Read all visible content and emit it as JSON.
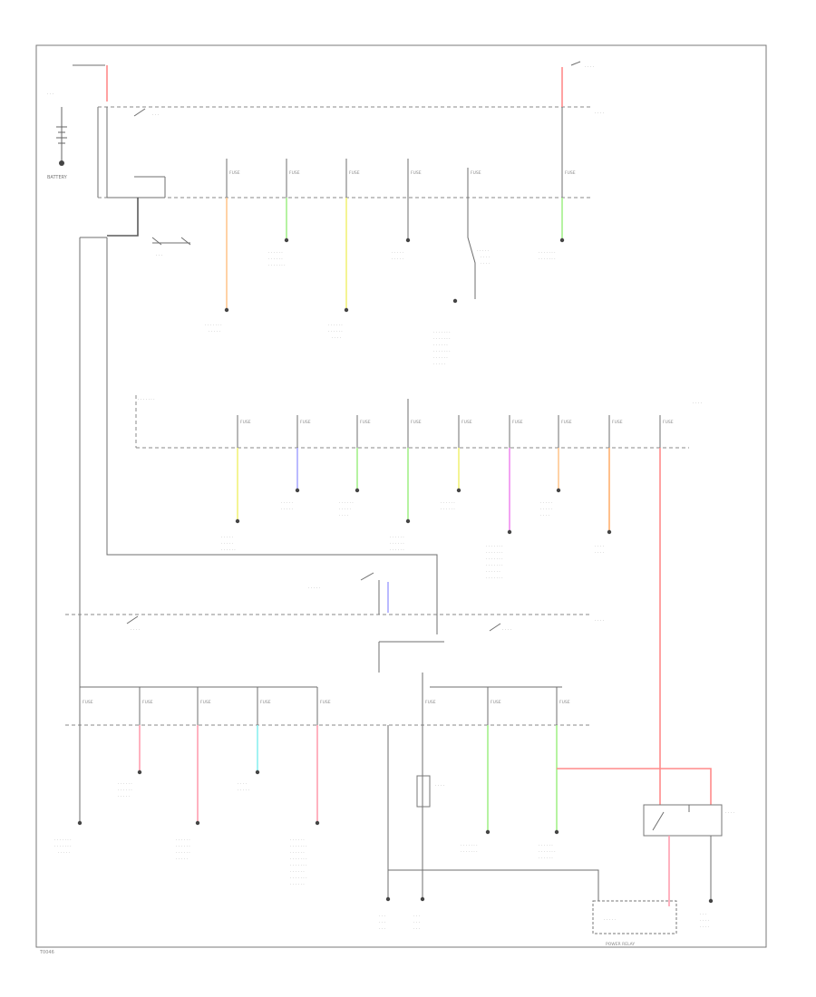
{
  "diagram": {
    "top_left_label": "BATTERY",
    "footer_right": "POWER RELAY",
    "bottom_left_code": "T0046",
    "colors": {
      "red": "#ff8a8a",
      "pink": "#ff9fb0",
      "orange": "#ffb070",
      "light_orange": "#ffc78f",
      "yellow": "#f2f27a",
      "green": "#a4f08a",
      "blue": "#a9a9ff",
      "magenta": "#f08cf0",
      "cyan": "#8af0f0",
      "gray": "#5a5a5a"
    }
  }
}
